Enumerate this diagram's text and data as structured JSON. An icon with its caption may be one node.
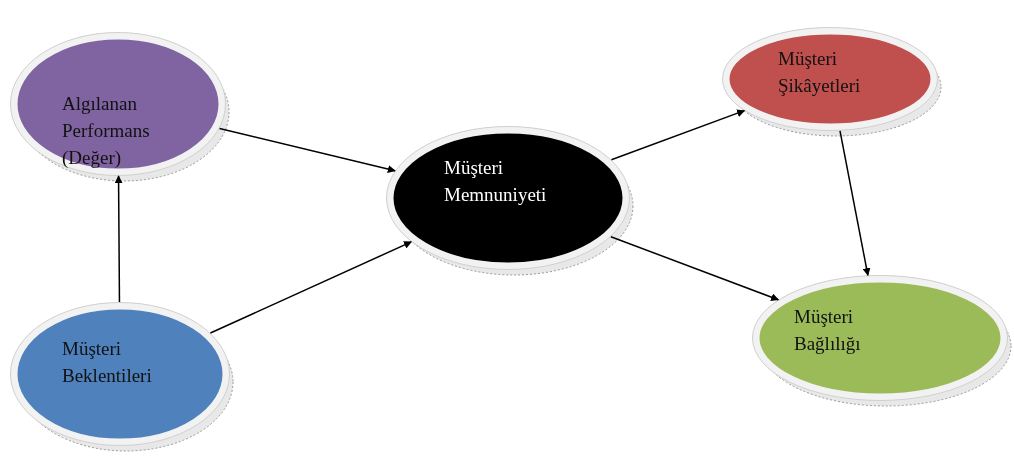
{
  "diagram": {
    "nodes": [
      {
        "text": [
          "Algılanan Performans (Değer)"
        ]
      },
      {
        "text": [
          "Müşteri Memnuniyeti"
        ]
      },
      {
        "text": [
          "Müşteri Şikâyetleri"
        ]
      },
      {
        "text": [
          "Müşteri Beklentileri"
        ]
      },
      {
        "text": [
          "Müşteri Bağlılığı"
        ]
      }
    ],
    "edges": [
      {
        "from": 3,
        "to": 0,
        "arrow": "to"
      },
      {
        "from": 0,
        "to": 1,
        "arrow": "to"
      },
      {
        "from": 3,
        "to": 1,
        "arrow": "to"
      },
      {
        "from": 1,
        "to": 2,
        "arrow": "to"
      },
      {
        "from": 1,
        "to": 4,
        "arrow": "to"
      },
      {
        "from": 2,
        "to": 4,
        "arrow": "to"
      }
    ]
  }
}
